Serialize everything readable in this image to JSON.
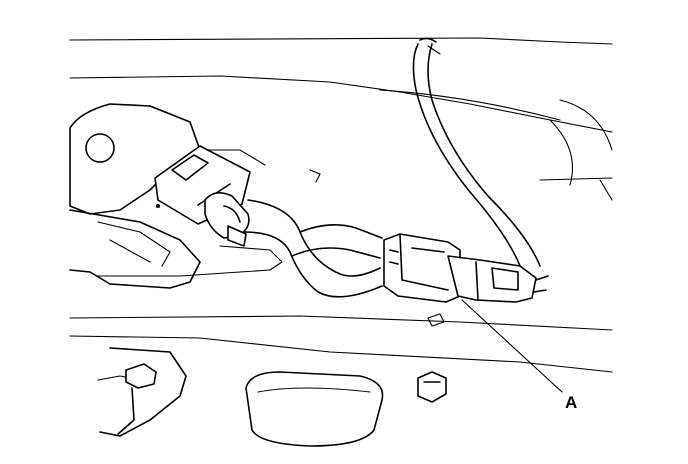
{
  "diagram": {
    "callouts": [
      {
        "id": "A",
        "label": "A",
        "target": "wire-harness-connector"
      }
    ],
    "colors": {
      "ink": "#000000",
      "paper": "#ffffff"
    }
  }
}
